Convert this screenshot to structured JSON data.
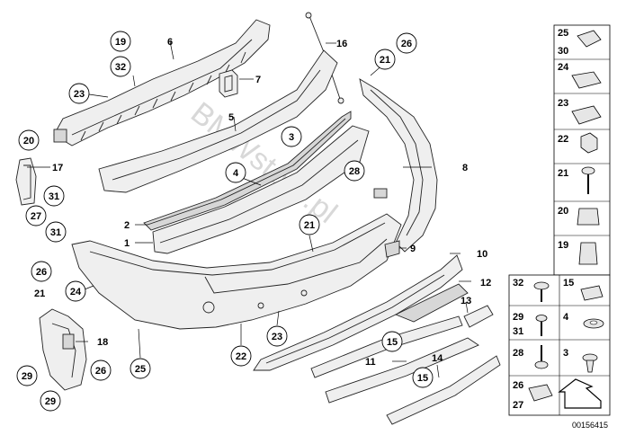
{
  "diagram": {
    "watermark": "BMWstore.pl",
    "diagram_id": "00156415",
    "callouts": [
      {
        "id": "c-19",
        "label": "19"
      },
      {
        "id": "c-32",
        "label": "32"
      },
      {
        "id": "c-6",
        "label": "6"
      },
      {
        "id": "c-23a",
        "label": "23"
      },
      {
        "id": "c-7",
        "label": "7"
      },
      {
        "id": "c-16",
        "label": "16"
      },
      {
        "id": "c-21a",
        "label": "21"
      },
      {
        "id": "c-26a",
        "label": "26"
      },
      {
        "id": "c-5",
        "label": "5"
      },
      {
        "id": "c-3",
        "label": "3"
      },
      {
        "id": "c-4",
        "label": "4"
      },
      {
        "id": "c-20",
        "label": "20"
      },
      {
        "id": "c-17",
        "label": "17"
      },
      {
        "id": "c-31a",
        "label": "31"
      },
      {
        "id": "c-27a",
        "label": "27"
      },
      {
        "id": "c-31b",
        "label": "31"
      },
      {
        "id": "c-28",
        "label": "28"
      },
      {
        "id": "c-8",
        "label": "8"
      },
      {
        "id": "c-2",
        "label": "2"
      },
      {
        "id": "c-1",
        "label": "1"
      },
      {
        "id": "c-21b",
        "label": "21"
      },
      {
        "id": "c-9",
        "label": "9"
      },
      {
        "id": "c-10",
        "label": "10"
      },
      {
        "id": "c-26b",
        "label": "26"
      },
      {
        "id": "c-21c",
        "label": "21"
      },
      {
        "id": "c-24",
        "label": "24"
      },
      {
        "id": "c-12",
        "label": "12"
      },
      {
        "id": "c-13",
        "label": "13"
      },
      {
        "id": "c-18",
        "label": "18"
      },
      {
        "id": "c-23b",
        "label": "23"
      },
      {
        "id": "c-22",
        "label": "22"
      },
      {
        "id": "c-25",
        "label": "25"
      },
      {
        "id": "c-15a",
        "label": "15"
      },
      {
        "id": "c-11",
        "label": "11"
      },
      {
        "id": "c-14",
        "label": "14"
      },
      {
        "id": "c-15b",
        "label": "15"
      },
      {
        "id": "c-29a",
        "label": "29"
      },
      {
        "id": "c-26c",
        "label": "26"
      },
      {
        "id": "c-29b",
        "label": "29"
      }
    ],
    "sidebar_right": [
      {
        "id": "s-25-30",
        "labels": [
          "25",
          "30"
        ],
        "icon": "clip-icon"
      },
      {
        "id": "s-24",
        "labels": [
          "24"
        ],
        "icon": "spring-nut-icon"
      },
      {
        "id": "s-23",
        "labels": [
          "23"
        ],
        "icon": "spring-nut-icon"
      },
      {
        "id": "s-22",
        "labels": [
          "22"
        ],
        "icon": "hex-nut-icon"
      },
      {
        "id": "s-21",
        "labels": [
          "21"
        ],
        "icon": "screw-icon"
      },
      {
        "id": "s-20",
        "labels": [
          "20"
        ],
        "icon": "collar-nut-icon"
      },
      {
        "id": "s-19",
        "labels": [
          "19"
        ],
        "icon": "expanding-nut-icon"
      }
    ],
    "sidebar_bottom": [
      {
        "id": "b-32",
        "labels": [
          "32"
        ],
        "icon": "screw-washer-icon"
      },
      {
        "id": "b-15",
        "labels": [
          "15"
        ],
        "icon": "clip-icon"
      },
      {
        "id": "b-29-31",
        "labels": [
          "29",
          "31"
        ],
        "icon": "screw-icon"
      },
      {
        "id": "b-4",
        "labels": [
          "4"
        ],
        "icon": "washer-icon"
      },
      {
        "id": "b-28",
        "labels": [
          "28"
        ],
        "icon": "bolt-icon"
      },
      {
        "id": "b-3",
        "labels": [
          "3"
        ],
        "icon": "rivet-icon"
      },
      {
        "id": "b-26-27",
        "labels": [
          "26",
          "27"
        ],
        "icon": "spring-nut-icon"
      },
      {
        "id": "b-arrow",
        "labels": [],
        "icon": "direction-arrow-icon"
      }
    ]
  }
}
